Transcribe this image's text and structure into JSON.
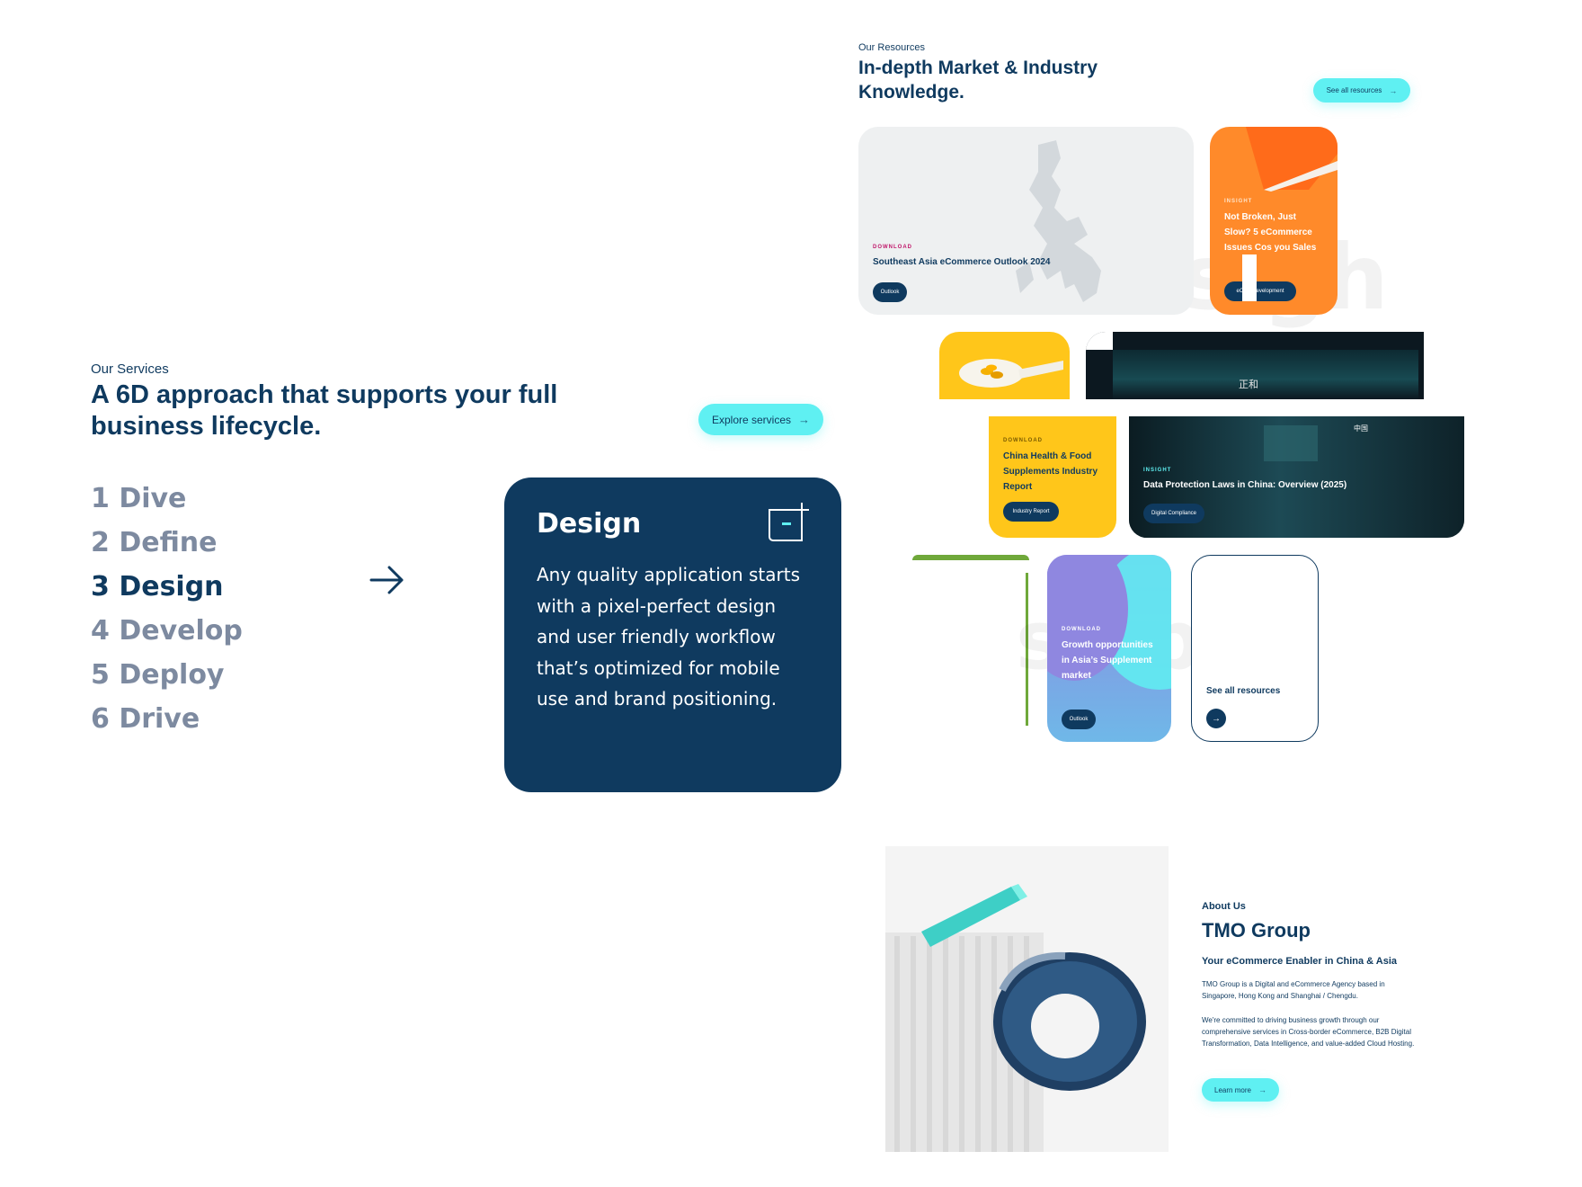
{
  "services": {
    "eyebrow": "Our Services",
    "title": "A 6D approach that supports your full business lifecycle.",
    "explore_label": "Explore services",
    "steps": [
      "1 Dive",
      "2 Define",
      "3 Design",
      "4 Develop",
      "5 Deploy",
      "6 Drive"
    ],
    "active_step": 2,
    "card": {
      "title": "Design",
      "body": "Any quality application starts with a pixel-perfect design and user friendly workflow that’s optimized for mobile use and brand positioning."
    }
  },
  "resources": {
    "eyebrow": "Our Resources",
    "title": "In-depth Market & Industry Knowledge.",
    "see_all_label": "See all resources",
    "cards": [
      {
        "tag": "DOWNLOAD",
        "title": "Southeast Asia eCommerce Outlook 2024",
        "chip": "Outlook"
      },
      {
        "tag": "INSIGHT",
        "title": "Not Broken, Just Slow? 5 eCommerce Issues Cos   you Sales",
        "chip": "eCo   d Development"
      },
      {
        "tag": "DOWNLOAD",
        "title": "China Health & Food Supplements Industry Report",
        "chip": "Industry Report"
      },
      {
        "tag": "INSIGHT",
        "title": "Data Protection Laws in China: Overview (2025)",
        "chip": "Digital Compliance"
      },
      {
        "tag": "DOWNLOAD",
        "title": "Growth opportunities in Asia’s Supplement market",
        "chip": "Outlook"
      },
      {
        "title": "See all resources"
      }
    ],
    "storefront_signs": [
      "正和",
      "中国"
    ],
    "ghost_words": [
      "Insigh",
      "ship"
    ]
  },
  "about": {
    "eyebrow": "About Us",
    "title": "TMO Group",
    "subtitle": "Your eCommerce Enabler in China & Asia",
    "para1": "TMO Group is a Digital and eCommerce Agency based in Singapore, Hong Kong and Shanghai / Chengdu.",
    "para2": "We're committed to driving business growth through our comprehensive services in Cross-border eCommerce, B2B Digital Transformation, Data Intelligence, and value-added Cloud Hosting.",
    "learn_more_label": "Learn more"
  },
  "colors": {
    "navy": "#0f3a5f",
    "cyan": "#5ff0f2",
    "muted": "#7d8aa0",
    "orange": "#ff7a2a",
    "yellow": "#ffc61a",
    "purple": "#8f87e0"
  }
}
